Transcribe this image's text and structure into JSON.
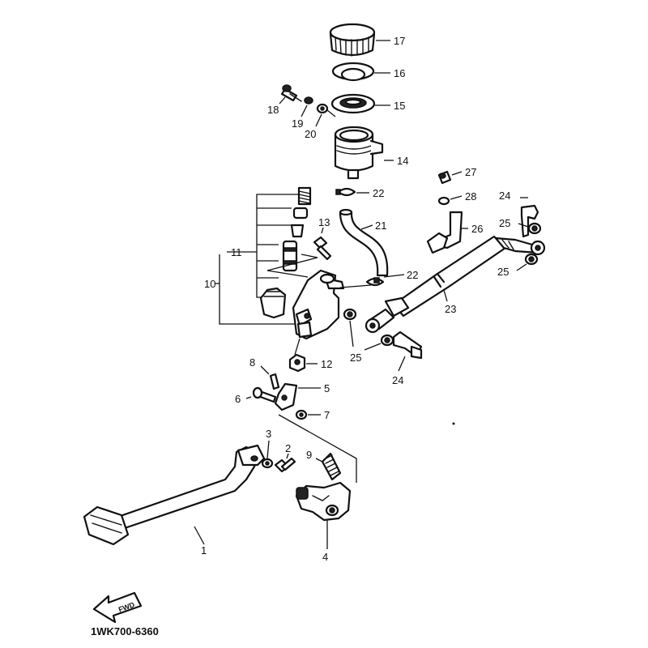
{
  "callouts": {
    "c1": "1",
    "c2": "2",
    "c3": "3",
    "c4": "4",
    "c5": "5",
    "c6": "6",
    "c7": "7",
    "c8": "8",
    "c9": "9",
    "c10": "10",
    "c11": "11",
    "c12": "12",
    "c13": "13",
    "c14": "14",
    "c15": "15",
    "c16": "16",
    "c17": "17",
    "c18": "18",
    "c19": "19",
    "c20": "20",
    "c21": "21",
    "c22a": "22",
    "c22b": "22",
    "c23": "23",
    "c24a": "24",
    "c24b": "24",
    "c25a": "25",
    "c25b": "25",
    "c25c": "25",
    "c26": "26",
    "c27": "27",
    "c28": "28"
  },
  "forward_arrow_label": "FWD",
  "diagram_code": "1WK700-6360"
}
